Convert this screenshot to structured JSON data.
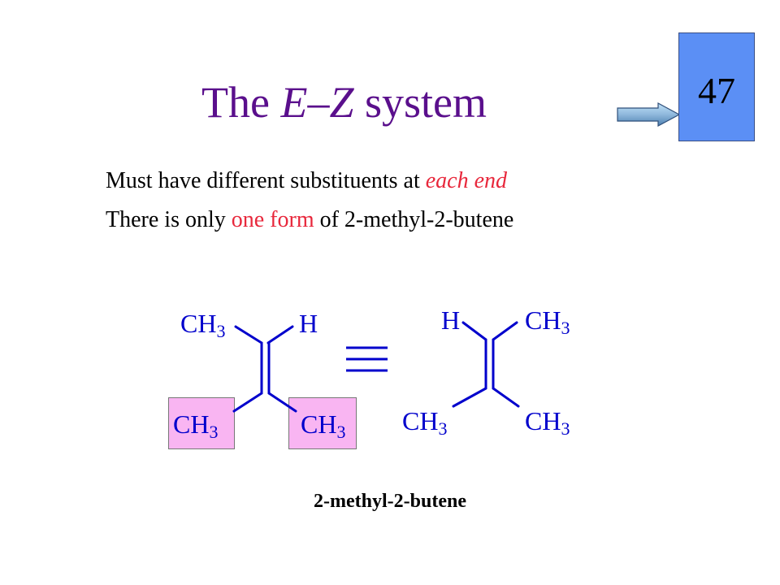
{
  "slide": {
    "title_prefix": "The ",
    "title_emphasis": "E–Z",
    "title_suffix": " system",
    "page_number": "47",
    "lines": [
      {
        "pre": "Must have different substituents at ",
        "highlight": "each end",
        "post": ""
      },
      {
        "pre": "There is only ",
        "highlight": "one form",
        "post": " of 2-methyl-2-butene"
      }
    ],
    "caption": "2-methyl-2-butene"
  },
  "molecule_left": {
    "top_left": {
      "base": "CH",
      "sub": "3"
    },
    "top_right": {
      "base": "H",
      "sub": ""
    },
    "bottom_left": {
      "base": "CH",
      "sub": "3"
    },
    "bottom_right": {
      "base": "CH",
      "sub": "3"
    }
  },
  "molecule_right": {
    "top_left": {
      "base": "H",
      "sub": ""
    },
    "top_right": {
      "base": "CH",
      "sub": "3"
    },
    "bottom_left": {
      "base": "CH",
      "sub": "3"
    },
    "bottom_right": {
      "base": "CH",
      "sub": "3"
    }
  },
  "colors": {
    "title": "#5a0f8c",
    "highlight": "#e8283c",
    "molecule": "#0000cc",
    "page_box": "#5b8ff5",
    "substituent_box": "#f9b5f2"
  }
}
